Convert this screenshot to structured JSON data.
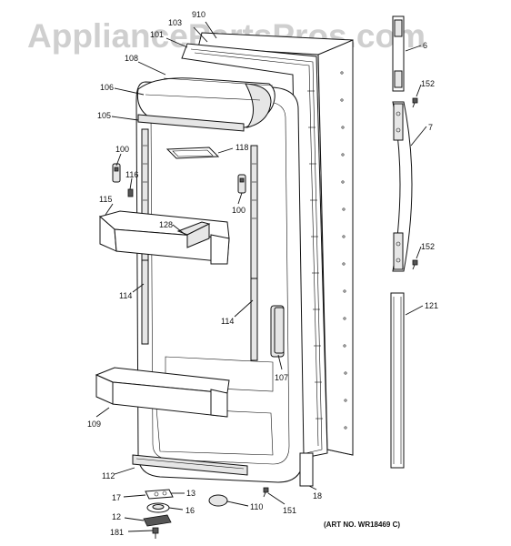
{
  "watermark": "AppliancePartsPros.com",
  "art_number": "(ART NO. WR18469 C)",
  "callouts": {
    "c910": "910",
    "c103": "103",
    "c101": "101",
    "c108": "108",
    "c106": "106",
    "c105": "105",
    "c100a": "100",
    "c116": "116",
    "c115": "115",
    "c128": "128",
    "c118": "118",
    "c100b": "100",
    "c114a": "114",
    "c114b": "114",
    "c107": "107",
    "c109": "109",
    "c112": "112",
    "c17": "17",
    "c13": "13",
    "c16": "16",
    "c12": "12",
    "c181": "181",
    "c110": "110",
    "c151": "151",
    "c18": "18",
    "c6": "6",
    "c152a": "152",
    "c7": "7",
    "c152b": "152",
    "c121": "121"
  }
}
